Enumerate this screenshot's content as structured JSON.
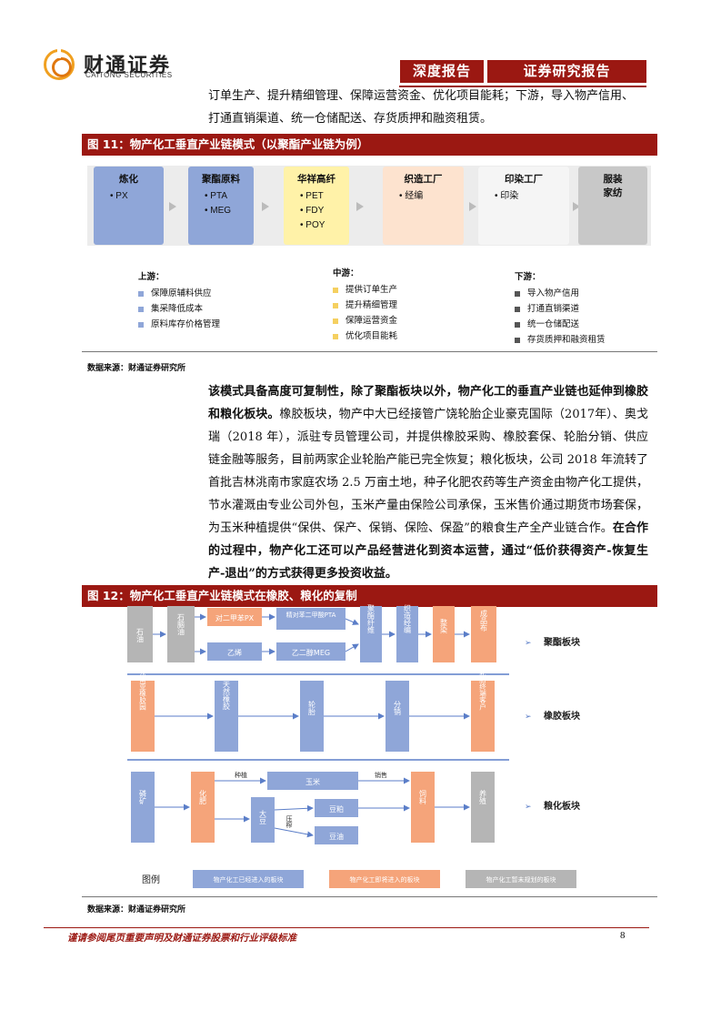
{
  "header": {
    "logo_cn": "财通证券",
    "logo_en": "CAITONG SECURITIES",
    "tag1": "深度报告",
    "tag2": "证券研究报告"
  },
  "intro_text": "订单生产、提升精细管理、保障运营资金、优化项目能耗；下游，导入物产信用、",
  "intro_text2": "打通直销渠道、统一仓储配送、存货质押和融资租赁。",
  "fig11": {
    "title": "图 11：物产化工垂直产业链模式（以聚酯产业链为例）",
    "boxes": [
      {
        "title": "炼化",
        "items": [
          "PX"
        ]
      },
      {
        "title": "聚酯原料",
        "items": [
          "PTA",
          "MEG"
        ]
      },
      {
        "title": "华祥高纤",
        "items": [
          "PET",
          "FDY",
          "POY"
        ]
      },
      {
        "title": "织造工厂",
        "items": [
          "经编"
        ]
      },
      {
        "title": "印染工厂",
        "items": [
          "印染"
        ]
      },
      {
        "title": "服装\n家纺",
        "items": []
      }
    ],
    "upstream": {
      "title": "上游：",
      "items": [
        "保障原辅料供应",
        "集采降低成本",
        "原料库存价格管理"
      ]
    },
    "midstream": {
      "title": "中游：",
      "items": [
        "提供订单生产",
        "提升精细管理",
        "保障运营资金",
        "优化项目能耗"
      ]
    },
    "downstream": {
      "title": "下游：",
      "items": [
        "导入物产信用",
        "打通直销渠道",
        "统一仓储配送",
        "存货质押和融资租赁"
      ]
    },
    "source": "数据来源：财通证券研究所"
  },
  "main_para": {
    "b1": "该模式具备高度可复制性，除了聚酯板块以外，物产化工的垂直产业链也延伸到橡胶和粮化板块。",
    "t1": "橡胶板块，物产中大已经接管广饶轮胎企业豪克国际（2017年）、奥戈瑞（2018 年），派驻专员管理公司，并提供橡胶采购、橡胶套保、轮胎分销、供应链金融等服务，目前两家企业轮胎产能已完全恢复；粮化板块，公司 2018 年流转了首批吉林洮南市家庭农场 2.5 万亩土地，种子化肥农药等生产资金由物产化工提供，节水灌溉由专业公司外包，玉米产量由保险公司承保，玉米售价通过期货市场套保，为玉米种植提供“保供、保产、保销、保险、保盈”的粮食生产全产业链合作。",
    "b2": "在合作的过程中，物产化工还可以产品经营进化到资本运营，通过“低价获得资产-恢复生产-退出”的方式获得更多投资收益。"
  },
  "fig12": {
    "title": "图 12：物产化工垂直产业链模式在橡胶、粮化的复制",
    "polyester": {
      "n1": "石油",
      "n2": "石脑油",
      "n3": "对二甲苯PX",
      "n4": "乙烯",
      "n5": "精对苯二甲酸PTA",
      "n6": "乙二醇MEG",
      "n7": "聚酯纤维",
      "n8": "织造经编",
      "n9": "整染",
      "n10": "成品布",
      "label": "聚酯板块"
    },
    "rubber": {
      "n1": "东南亚橡胶园",
      "n2": "天然橡胶",
      "n3": "轮胎",
      "n4": "分销",
      "n5": "轮胎终端客户",
      "label": "橡胶板块"
    },
    "grain": {
      "n1": "磷矿",
      "n2": "化肥",
      "n3": "玉米",
      "n4": "大豆",
      "n5": "豆粕",
      "n6": "豆油",
      "n7": "饲料",
      "n8": "养殖",
      "e1": "种植",
      "e2": "销售",
      "e3": "压榨",
      "label": "粮化板块"
    },
    "legend": {
      "title": "图例",
      "l1": "物产化工已经进入的板块",
      "l2": "物产化工即将进入的板块",
      "l3": "物产化工暂未规划的板块"
    },
    "source": "数据来源：财通证券研究所"
  },
  "colors": {
    "brand": "#9b1812",
    "blue": "#8fa6d8",
    "orange": "#f5a47a",
    "grey": "#b5b5b5",
    "yellow": "#fff2a8"
  },
  "footer": {
    "disclaimer": "谨请参阅尾页重要声明及财通证券股票和行业评级标准",
    "page": "8"
  }
}
